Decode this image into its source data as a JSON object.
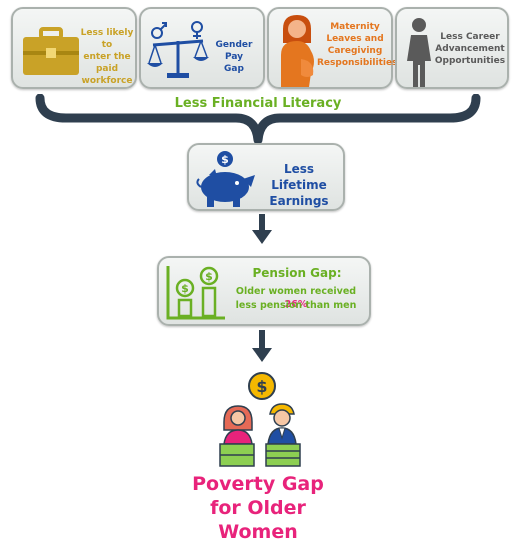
{
  "factors": [
    {
      "label_lines": [
        "Less likely to",
        "enter the",
        "paid",
        "workforce"
      ],
      "icon": "briefcase-icon",
      "color": "#c9a227"
    },
    {
      "label_lines": [
        "Gender Pay",
        "Gap"
      ],
      "icon": "balance-scale-icon",
      "color": "#1f4ea3"
    },
    {
      "label_lines": [
        "Maternity",
        "Leaves and",
        "Caregiving",
        "Responsibilities"
      ],
      "icon": "pregnant-woman-icon",
      "color": "#e4761f"
    },
    {
      "label_lines": [
        "Less Career",
        "Advancement",
        "Opportunities"
      ],
      "icon": "woman-silhouette-icon",
      "color": "#5a5a5a"
    }
  ],
  "bracket_label": "Less Financial Literacy",
  "earnings": {
    "lines": [
      "Less Lifetime",
      "Earnings"
    ],
    "icon": "piggy-bank-icon",
    "color": "#1f4ea3"
  },
  "pension": {
    "title": "Pension Gap:",
    "line1_prefix": "Older women received ",
    "line1_value": "26%",
    "line2": "less pension than men",
    "icon": "pension-chart-icon",
    "color": "#6ab023"
  },
  "poverty": {
    "lines": [
      "Poverty Gap",
      "for Older",
      "Women"
    ],
    "icon": "poverty-gap-people-icon",
    "color": "#e8237b"
  },
  "colors": {
    "bracket": "#2f3f4f",
    "arrow": "#2f3f4f",
    "box_border": "#aab1ad"
  }
}
